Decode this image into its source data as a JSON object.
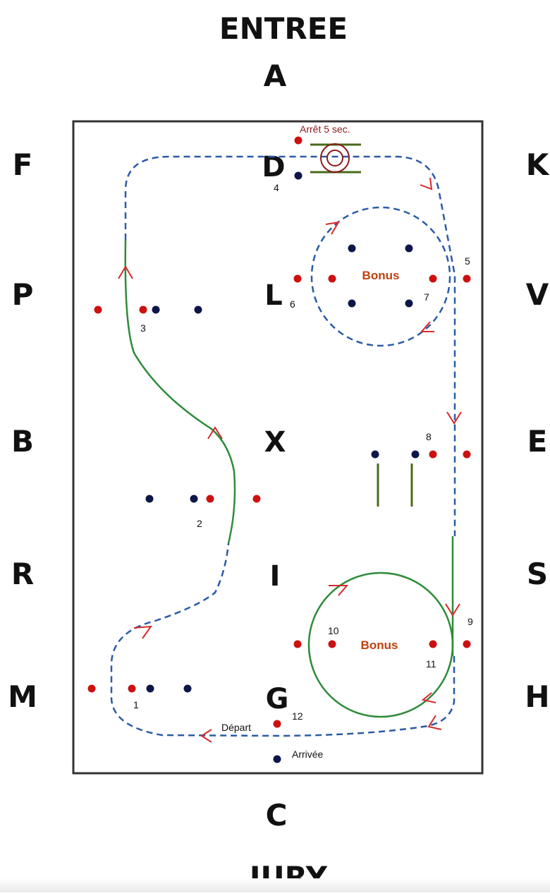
{
  "title": "ENTREE",
  "footer_title": "JURY",
  "letters": {
    "A": "A",
    "C": "C",
    "F": "F",
    "P": "P",
    "B": "B",
    "R": "R",
    "M": "M",
    "K": "K",
    "V": "V",
    "E": "E",
    "S": "S",
    "H": "H",
    "D": "D",
    "L": "L",
    "X": "X",
    "I": "I",
    "G": "G"
  },
  "annotations": {
    "stop": "Arrêt 5 sec.",
    "bonus_top": "Bonus",
    "bonus_bottom": "Bonus",
    "start": "Départ",
    "finish": "Arrivée"
  },
  "obstacle_numbers": {
    "n1": "1",
    "n2": "2",
    "n3": "3",
    "n4": "4",
    "n5": "5",
    "n6": "6",
    "n7": "7",
    "n8": "8",
    "n9": "9",
    "n10": "10",
    "n11": "11",
    "n12": "12"
  },
  "colors": {
    "red_cone": "#cc1111",
    "blue_cone": "#0d1647",
    "trot_path": "#2a5ba8",
    "canter_path": "#2e8b3a",
    "arrow": "#d42a2a",
    "bonus_text": "#c0400f",
    "stop_text": "#8b1a1a",
    "pole": "#4a6a1a",
    "arena_border": "#333333"
  }
}
